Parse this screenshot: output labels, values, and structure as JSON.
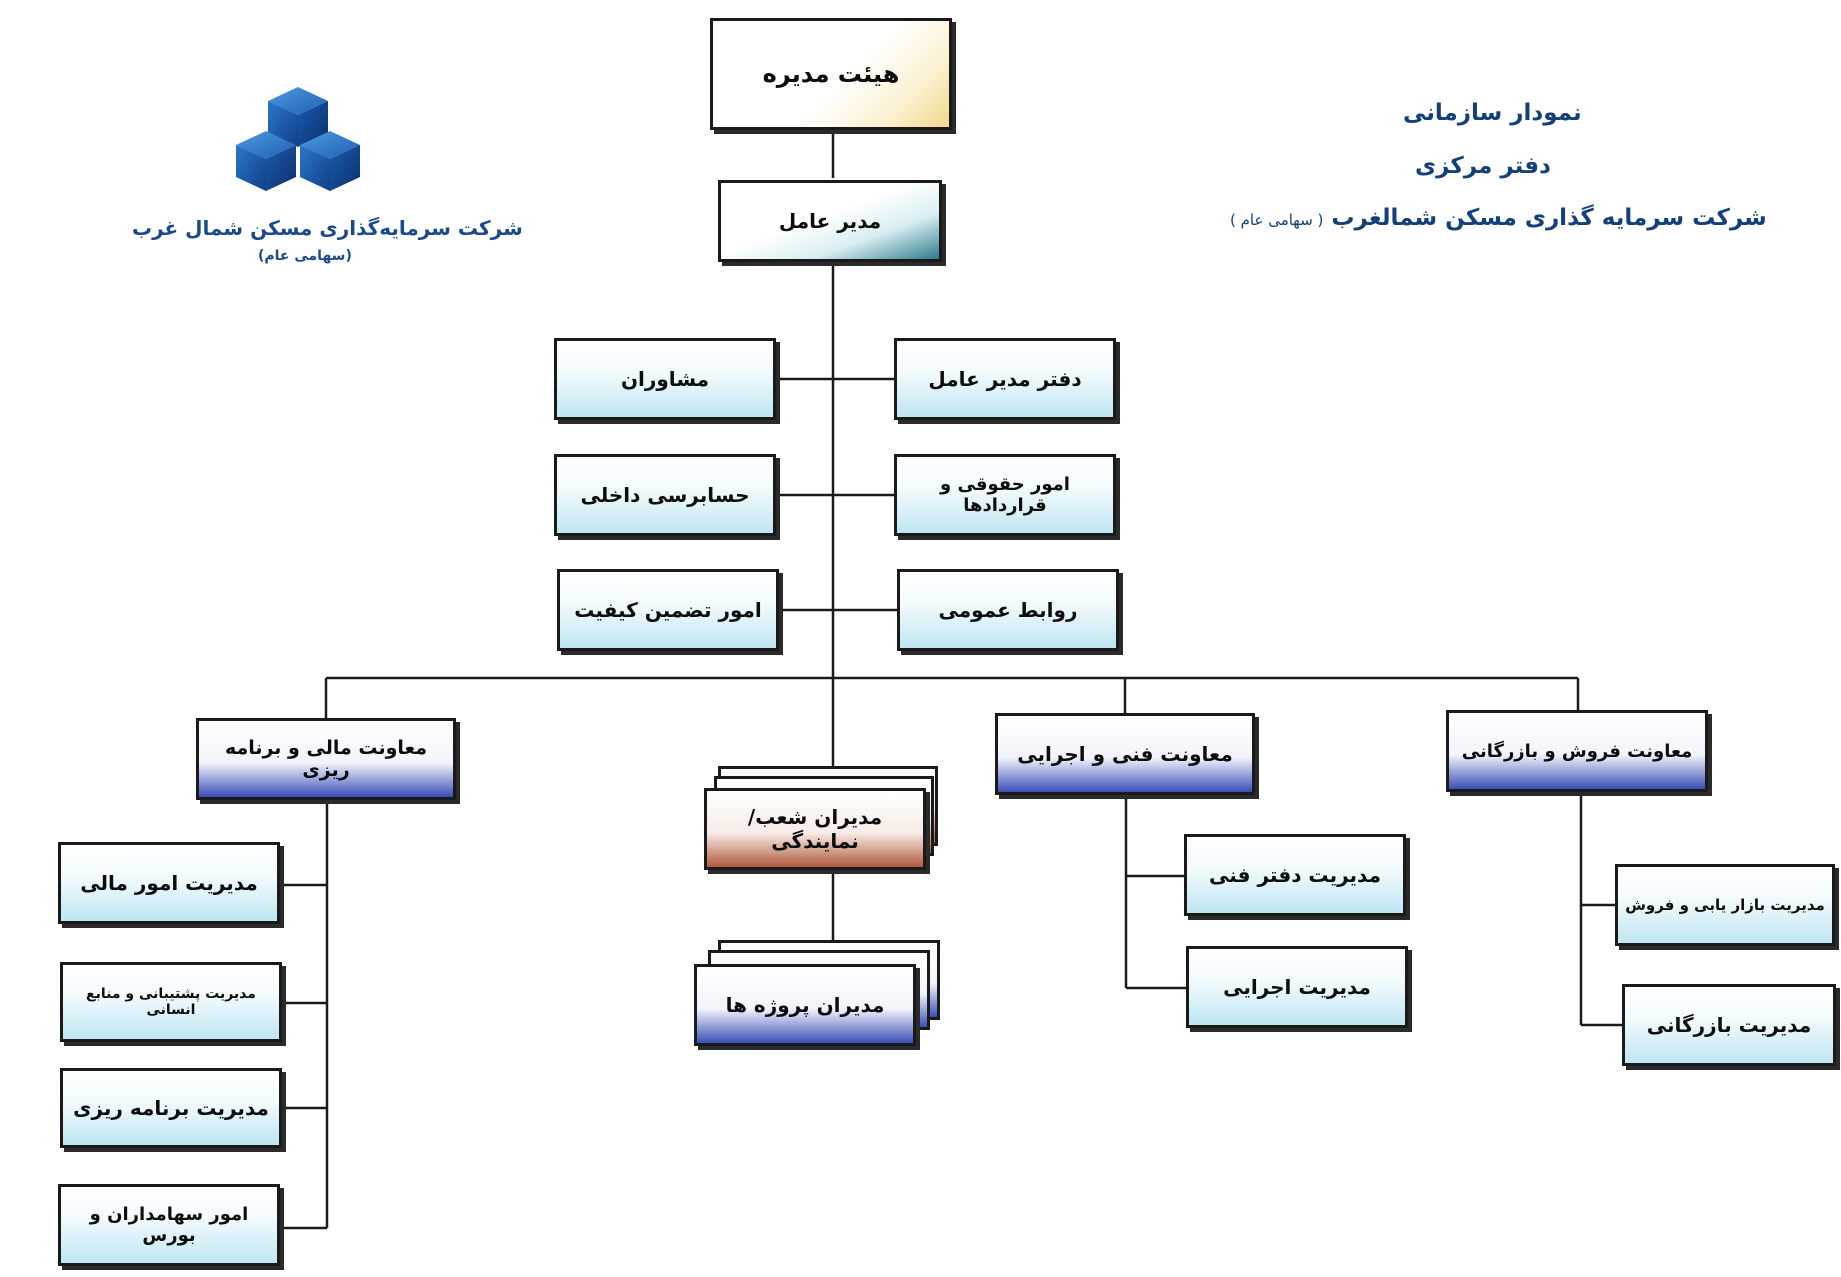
{
  "header": {
    "line1": "نمودار سازمانی",
    "line2": "دفتر مرکزی",
    "line3_company": "شرکت سرمایه گذاری مسکن شمالغرب",
    "line3_type": "( سهامی عام )"
  },
  "logo": {
    "company": "شرکت سرمایه‌گذاری مسکن شمال غرب",
    "type": "(سهامی عام)",
    "icon": "blue-cubes-logo-icon"
  },
  "nodes": {
    "board": "هیئت مدیره",
    "ceo": "مدیر عامل",
    "advisors": "مشاوران",
    "ceo_office": "دفتر مدیر عامل",
    "internal_audit": "حسابرسی داخلی",
    "legal": "امور حقوقی و قراردادها",
    "quality": "امور تضمین کیفیت",
    "public_relations": "روابط عمومی",
    "finance_deputy": "معاونت مالی و برنامه ریزی",
    "branch_managers": "مدیران شعب/نمایندگی",
    "technical_deputy": "معاونت فنی و اجرایی",
    "sales_deputy": "معاونت فروش و بازرگانی",
    "finance_mgmt": "مدیریت امور مالی",
    "support_hr": "مدیریت پشتیبانی و منابع انسانی",
    "planning": "مدیریت برنامه ریزی",
    "shareholders": "امور سهامداران و بورس",
    "project_managers": "مدیران پروژه ها",
    "tech_office": "مدیریت دفتر فنی",
    "execution": "مدیریت اجرایی",
    "marketing_sales": "مدیریت بازار یابی و فروش",
    "commerce": "مدیریت بازرگانی"
  },
  "colors": {
    "title": "#14407a",
    "connector": "#1a1a1a",
    "cube": "#1e5fb0"
  }
}
